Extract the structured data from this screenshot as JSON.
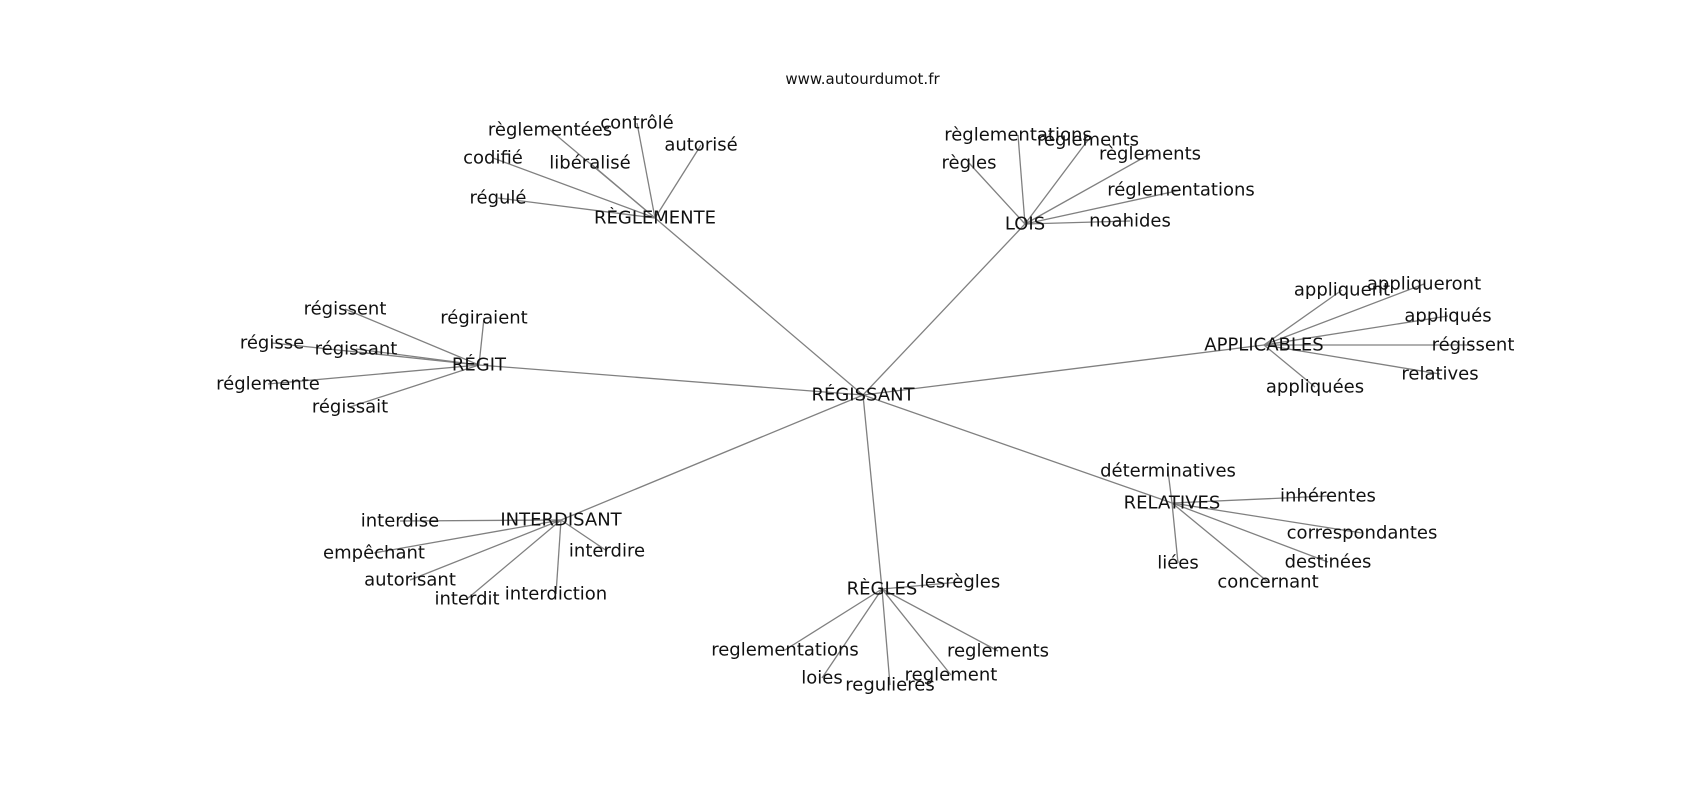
{
  "site": "www.autourdumot.fr",
  "center": "RÉGISSANT",
  "groups": [
    {
      "id": "reglemente",
      "label": "RÈGLEMENTE",
      "words": [
        "règlementées",
        "contrôlé",
        "autorisé",
        "codifié",
        "libéralisé",
        "régulé"
      ]
    },
    {
      "id": "lois",
      "label": "LOIS",
      "words": [
        "règlementations",
        "réglements",
        "règles",
        "règlements",
        "réglementations",
        "noahides"
      ]
    },
    {
      "id": "applicables",
      "label": "APPLICABLES",
      "words": [
        "appliquent",
        "appliqueront",
        "appliqués",
        "régissent",
        "relatives",
        "appliquées"
      ]
    },
    {
      "id": "relatives",
      "label": "RELATIVES",
      "words": [
        "déterminatives",
        "inhérentes",
        "correspondantes",
        "destinées",
        "liées",
        "concernant"
      ]
    },
    {
      "id": "regles",
      "label": "RÈGLES",
      "words": [
        "lesrègles",
        "reglementations",
        "reglements",
        "reglement",
        "loies",
        "regulieres"
      ]
    },
    {
      "id": "interdisant",
      "label": "INTERDISANT",
      "words": [
        "interdise",
        "empêchant",
        "interdire",
        "autorisant",
        "interdit",
        "interdiction"
      ]
    },
    {
      "id": "regit",
      "label": "RÉGIT",
      "words": [
        "régissent",
        "régiraient",
        "régisse",
        "régissant",
        "réglemente",
        "régissait"
      ]
    }
  ]
}
